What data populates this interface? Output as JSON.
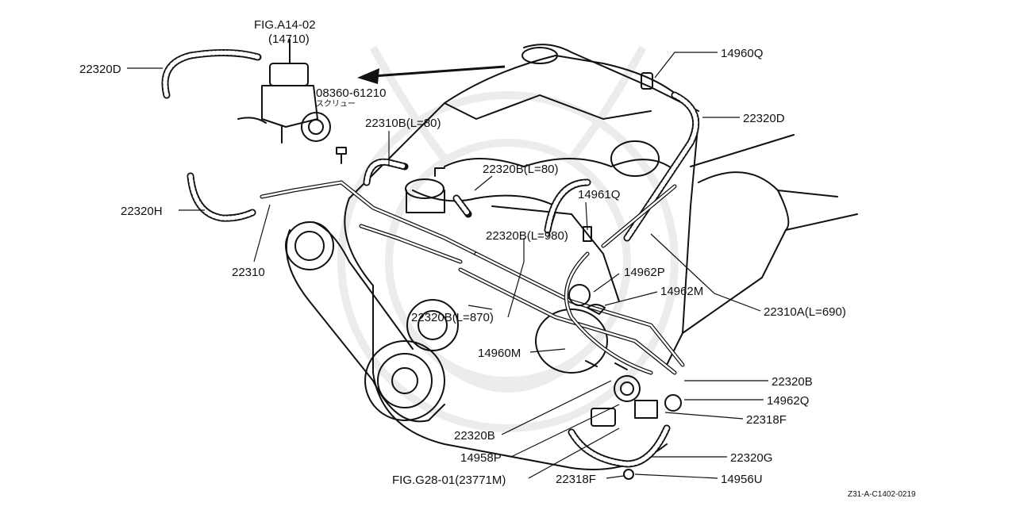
{
  "labels": {
    "fig_a14": "FIG.A14-02",
    "p14710": "(14710)",
    "p22320D_tl": "22320D",
    "p08360": "08360-61210",
    "screw": "スクリュー",
    "p22310B": "22310B(L=80)",
    "p22320B_80": "22320B(L=80)",
    "p14960Q": "14960Q",
    "p22320D_r": "22320D",
    "p22320H": "22320H",
    "p22310": "22310",
    "p14961Q": "14961Q",
    "p22320B_980": "22320B(L=980)",
    "p14962P": "14962P",
    "p14962M": "14962M",
    "p22310A": "22310A(L=690)",
    "p22320B_870": "22320B(L=870)",
    "p14960M": "14960M",
    "p22320B_r": "22320B",
    "p14962Q": "14962Q",
    "p22318F_r": "22318F",
    "p22320B_b": "22320B",
    "p14958P": "14958P",
    "p22320G": "22320G",
    "fig_g28": "FIG.G28-01(23771M)",
    "p22318F_b": "22318F",
    "p14956U": "14956U",
    "code": "Z31-A-C1402-0219"
  }
}
